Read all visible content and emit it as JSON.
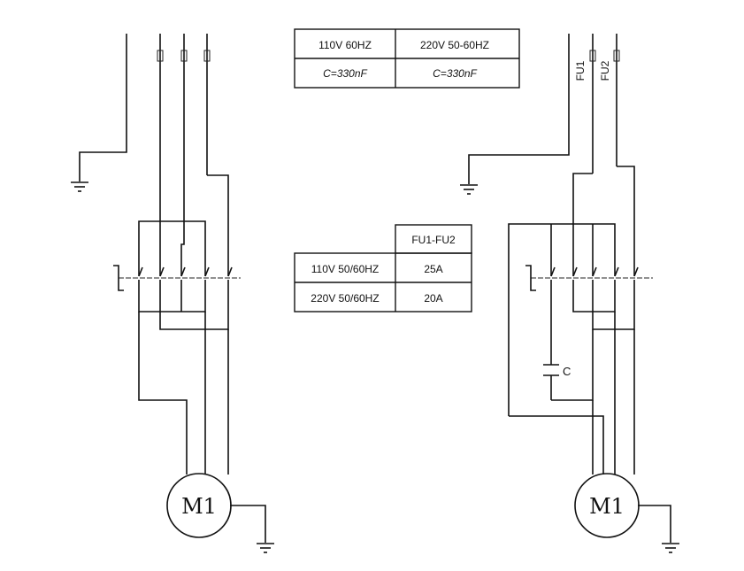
{
  "top_table": {
    "col1": {
      "row1": "110V 60HZ",
      "row2": "C=330nF"
    },
    "col2": {
      "row1": "220V 50-60HZ",
      "row2": "C=330nF"
    }
  },
  "fuse_table": {
    "header": "FU1-FU2",
    "rows": [
      {
        "label": "110V 50/60HZ",
        "value": "25A"
      },
      {
        "label": "220V 50/60HZ",
        "value": "20A"
      }
    ]
  },
  "left_circuit": {
    "motor_label": "M1"
  },
  "right_circuit": {
    "motor_label": "M1",
    "fuse1_label": "FU1",
    "fuse2_label": "FU2",
    "capacitor_label": "C"
  }
}
